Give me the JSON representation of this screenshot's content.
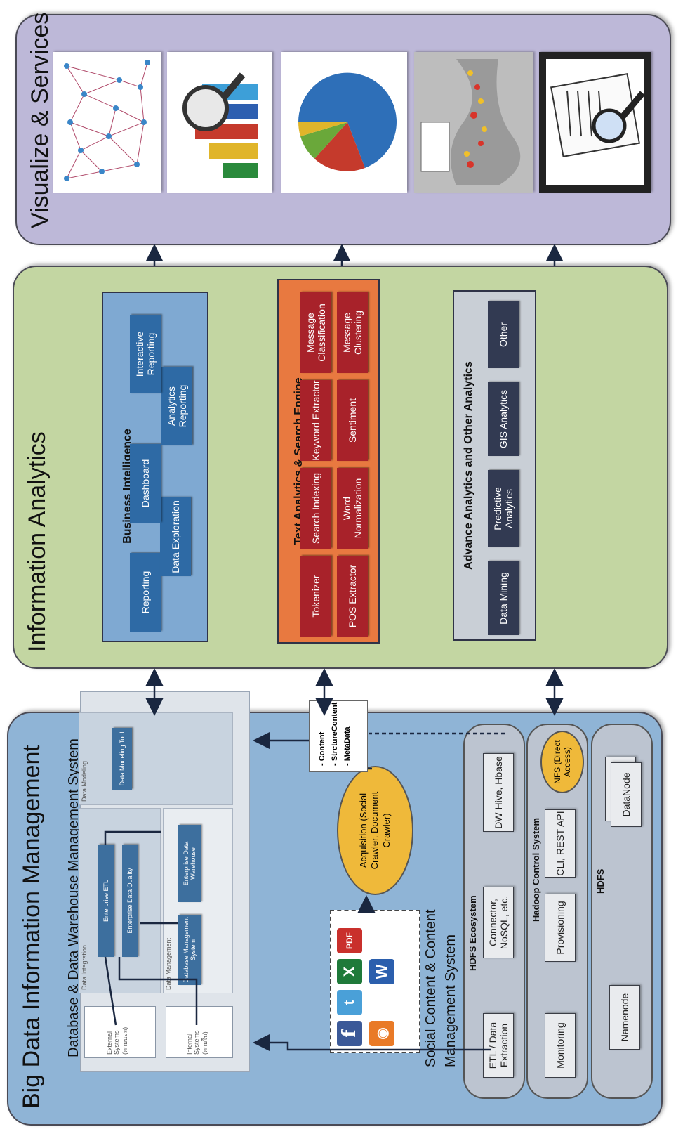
{
  "panels": {
    "bdim": {
      "title": "Big Data Information Management"
    },
    "ia": {
      "title": "Information Analytics"
    },
    "vs": {
      "title": "Visualize & Services"
    }
  },
  "dwms": {
    "title": "Database & Data Warehouse Management System",
    "external": "External Systems (ภายนอก)",
    "internal": "Internal Systems (ภายใน)",
    "data_integration": "Data Integration",
    "enterprise_etl": "Enterprise ETL",
    "enterprise_dq": "Enterprise Data Quality",
    "data_management": "Data Management",
    "dbms": "Database Management System",
    "edw": "Enterprise Data Warehouse",
    "data_modeling": "Data Modeling",
    "data_modeling_tool": "Data Modeling Tool"
  },
  "content": {
    "doc_items": [
      "- Content",
      "- StrctureContent",
      "- MetaData"
    ],
    "acquisition": "Acquisition (Social Crawler, Document Crawler)",
    "social_label": "Social Content & Content Management System"
  },
  "hdfs_eco": {
    "title": "HDFS Ecosystem",
    "items": [
      "ETL / Data Extraction",
      "Connector, NoSQL, etc.",
      "DW Hive, Hbase"
    ]
  },
  "hadoop": {
    "title": "Hadoop Control System",
    "items": [
      "Monitoring",
      "Provisioning",
      "CLI, REST API"
    ],
    "nfs": "NFS (Direct Access)"
  },
  "hdfs": {
    "title": "HDFS",
    "namenode": "Namenode",
    "datanode": "DataNode"
  },
  "bi": {
    "title": "Business Intelligence",
    "items": [
      "Reporting",
      "Data Exploration",
      "Dashboard",
      "Analytics Reporting",
      "Interactive Reporting"
    ]
  },
  "ta": {
    "title": "Text Analytics & Search Engine",
    "row1": [
      "Tokenizer",
      "Search Indexing",
      "Keyword Extractor",
      "Message Classification"
    ],
    "row2": [
      "POS Extractor",
      "Word Normalization",
      "Sentiment",
      "Message Clustering"
    ]
  },
  "aa": {
    "title": "Advance Analytics and Other Analytics",
    "items": [
      "Data Mining",
      "Predictive Analytics",
      "GIS Analytics",
      "Other"
    ]
  },
  "icons": [
    "network-graph-icon",
    "3d-bar-chart-icon",
    "pie-chart-icon",
    "heat-map-icon",
    "document-search-icon",
    "facebook-icon",
    "twitter-icon",
    "excel-icon",
    "word-icon",
    "pdf-icon",
    "rss-icon"
  ],
  "colors": {
    "bdim_bg": "#8fb4d6",
    "ia_bg": "#c3d6a2",
    "vs_bg": "#bdb8d8",
    "bi_box": "#7fa9d2",
    "bi_btn": "#2e6aa5",
    "ta_box": "#e87940",
    "ta_btn": "#a8222a",
    "aa_box": "#c9cfd6",
    "aa_btn": "#323a52",
    "acq": "#efb93a"
  }
}
